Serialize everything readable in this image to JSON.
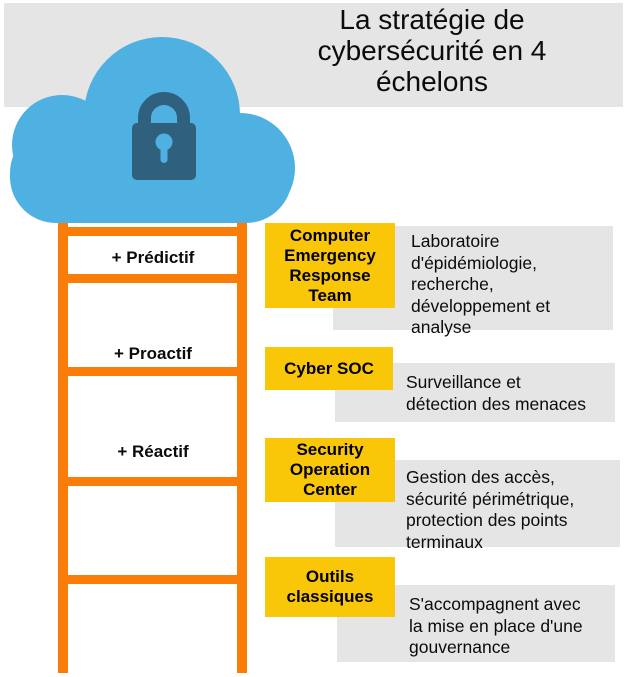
{
  "header": {
    "title": "La stratégie de\ncybersécurité en 4\néchelons"
  },
  "icons": {
    "cloud": "cloud-icon",
    "lock": "padlock-icon"
  },
  "colors": {
    "orange": "#FB7D09",
    "yellow": "#F9C708",
    "cloud": "#4FB0E2",
    "lock": "#2F617F",
    "gray": "#E5E5E5",
    "ink": "#0B0B0B"
  },
  "ladder": {
    "levels": [
      {
        "label": "+ Prédictif"
      },
      {
        "label": "+ Proactif"
      },
      {
        "label": "+ Réactif"
      }
    ]
  },
  "rows": [
    {
      "tag": "Computer\nEmergency\nResponse\nTeam",
      "desc": "Laboratoire\nd'épidémiologie,\nrecherche,\ndéveloppement et\nanalyse"
    },
    {
      "tag": "Cyber SOC",
      "desc": "Surveillance et\ndétection des menaces"
    },
    {
      "tag": "Security\nOperation\nCenter",
      "desc": "Gestion des accès,\nsécurité périmétrique,\nprotection des points\nterminaux"
    },
    {
      "tag": "Outils\nclassiques",
      "desc": "S'accompagnent avec\nla mise en place d'une\ngouvernance"
    }
  ]
}
